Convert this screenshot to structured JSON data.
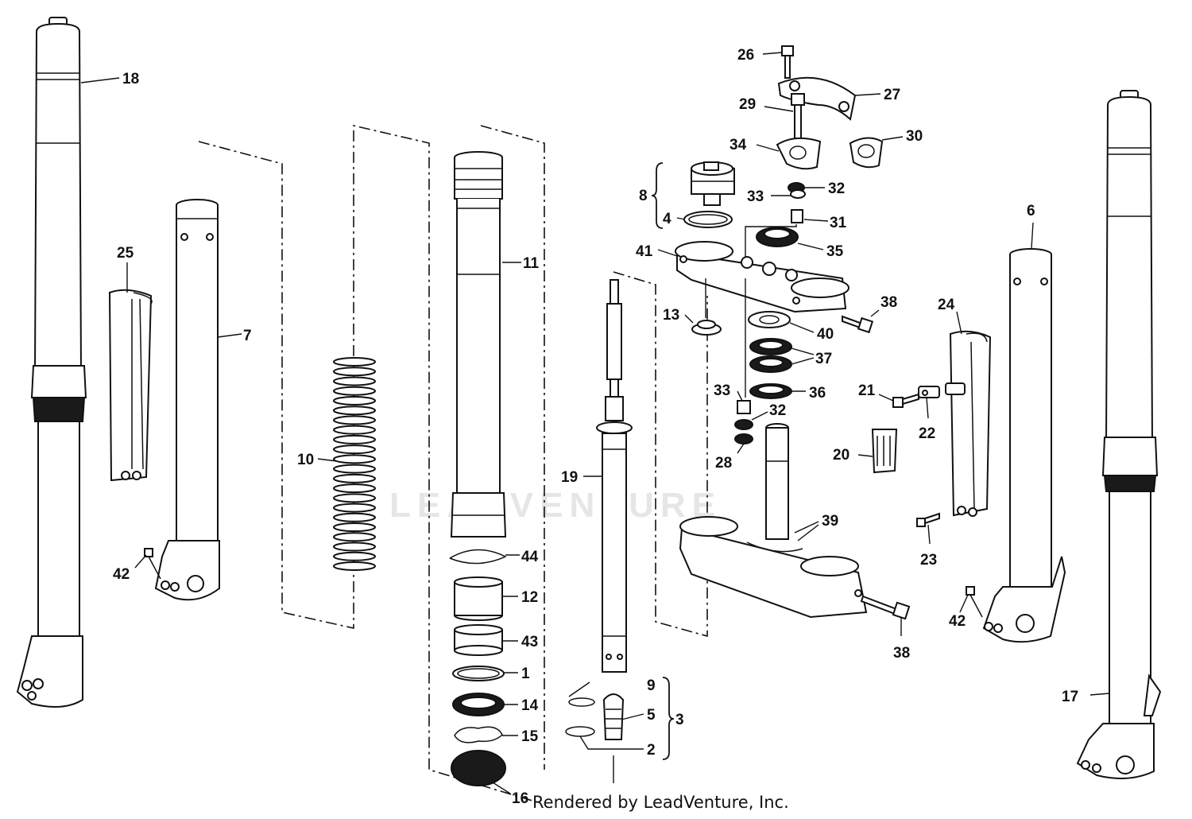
{
  "footer": {
    "credit": "Rendered by LeadVenture, Inc."
  },
  "watermark": {
    "text": "LEADVENTURE"
  },
  "callouts": {
    "c1": "1",
    "c2": "2",
    "c3": "3",
    "c4": "4",
    "c5": "5",
    "c6": "6",
    "c7": "7",
    "c8": "8",
    "c9": "9",
    "c10": "10",
    "c11": "11",
    "c12": "12",
    "c13": "13",
    "c14": "14",
    "c15": "15",
    "c16": "16",
    "c17": "17",
    "c18": "18",
    "c19": "19",
    "c20": "20",
    "c21": "21",
    "c22": "22",
    "c23": "23",
    "c24": "24",
    "c25": "25",
    "c26": "26",
    "c27": "27",
    "c28": "28",
    "c29": "29",
    "c30": "30",
    "c31": "31",
    "c32": "32",
    "c33": "33",
    "c34": "34",
    "c35": "35",
    "c36": "36",
    "c37": "37",
    "c38": "38",
    "c39": "39",
    "c40": "40",
    "c41": "41",
    "c42": "42",
    "c43": "43",
    "c44": "44"
  }
}
